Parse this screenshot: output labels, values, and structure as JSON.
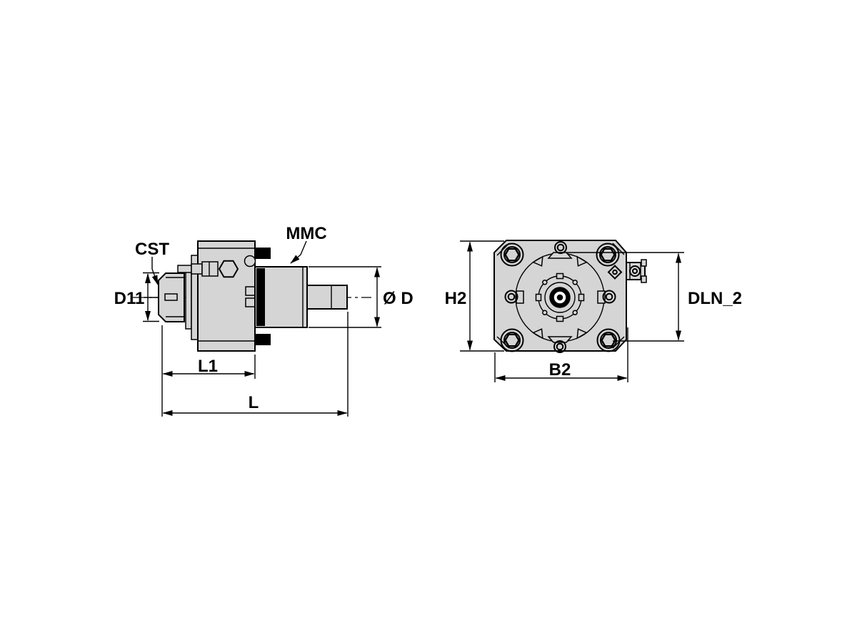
{
  "drawing": {
    "kind": "tool-holder-engineering-drawing",
    "colors": {
      "background": "#ffffff",
      "part_fill": "#d5d5d5",
      "line": "#000000"
    },
    "side_view": {
      "labels": {
        "cst": "CST",
        "d11": "D11",
        "mmc": "MMC",
        "dia_d": "Ø D",
        "l1": "L1",
        "l": "L"
      }
    },
    "front_view": {
      "labels": {
        "h2": "H2",
        "dln_2": "DLN_2",
        "b2": "B2"
      }
    }
  }
}
